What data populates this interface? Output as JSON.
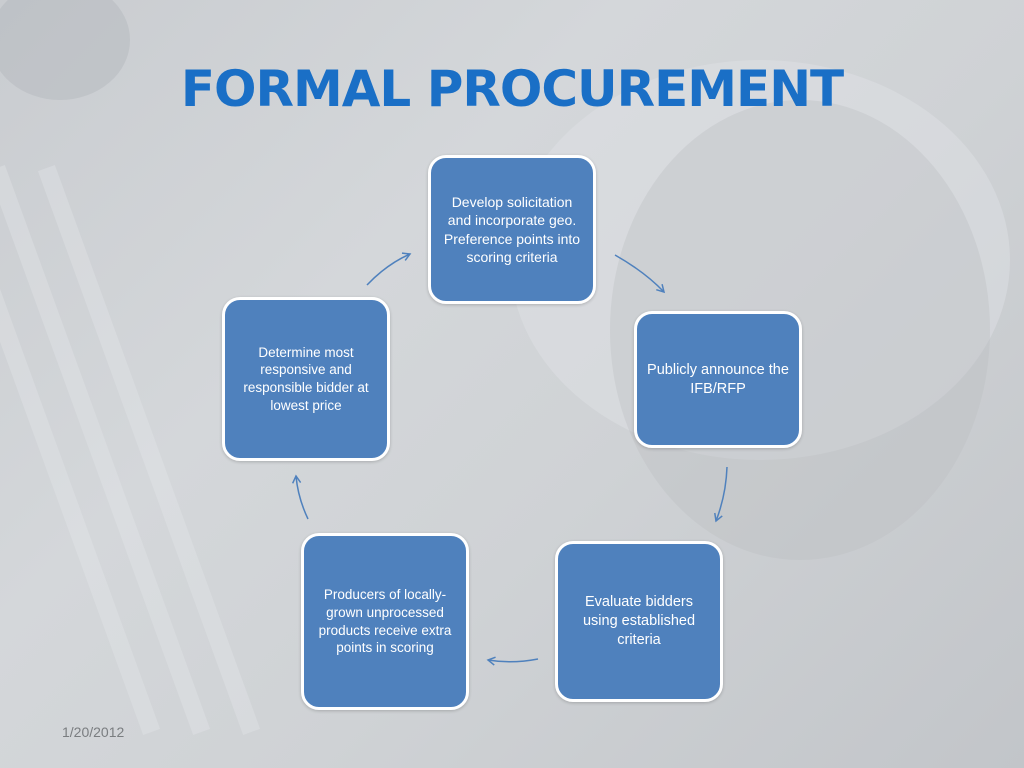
{
  "slide": {
    "title": "FORMAL PROCUREMENT",
    "date": "1/20/2012"
  },
  "colors": {
    "title": "#1a6fc6",
    "node_fill": "#4f81bd",
    "node_border": "#ffffff",
    "arrow": "#4f81bd"
  },
  "cycle": {
    "steps": [
      {
        "text": "Develop solicitation and incorporate geo. Preference points into scoring criteria"
      },
      {
        "text": "Publicly announce the IFB/RFP"
      },
      {
        "text": "Evaluate bidders using established criteria"
      },
      {
        "text": "Producers of locally-grown unprocessed products receive extra points in scoring"
      },
      {
        "text": "Determine most responsive and responsible bidder at lowest price"
      }
    ]
  }
}
